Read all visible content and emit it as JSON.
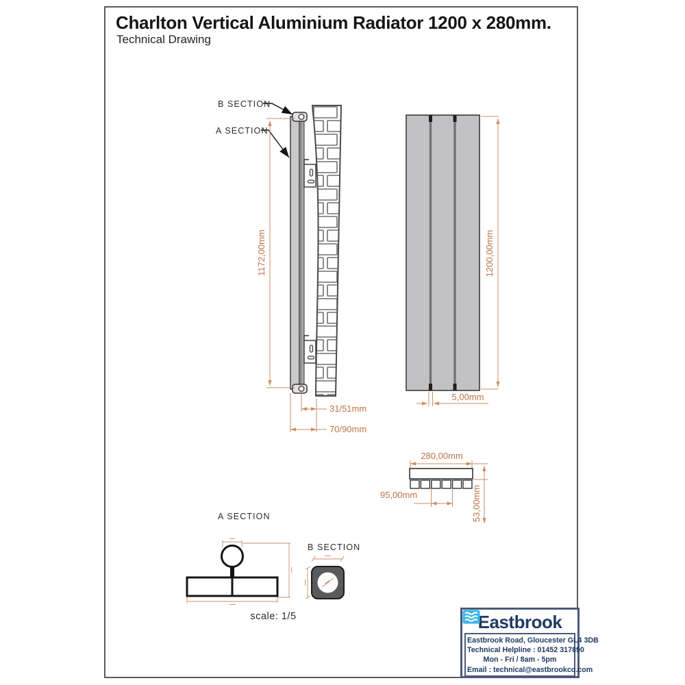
{
  "title": "Charlton Vertical Aluminium Radiator 1200 x 280mm.",
  "subtitle": "Technical Drawing",
  "side_view": {
    "label_b_section": "B SECTION",
    "label_a_section": "A SECTION",
    "dim_height": "1172,00mm",
    "dim_pipe_to_wall": "31/51mm",
    "dim_face_to_wall": "70/90mm"
  },
  "front_view": {
    "dim_height": "1200,00mm",
    "dim_panel_gap": "5,00mm"
  },
  "top_view": {
    "dim_width": "280,00mm",
    "dim_connection_centres": "95,00mm",
    "dim_depth": "53,00mm"
  },
  "section_a": {
    "label": "A SECTION",
    "scale_note": "scale: 1/5"
  },
  "section_b": {
    "label": "B SECTION"
  },
  "footer": {
    "brand": "Eastbrook",
    "address": "Eastbrook Road, Gloucester GL4 3DB",
    "helpline": "Technical Helpline : 01452 317890",
    "hours": "Mon - Fri / 8am - 5pm",
    "email": "Email : technical@eastbrookco.com"
  },
  "colors": {
    "dimension_text": "#bd7348",
    "dimension_line": "#c98e66",
    "panel_grey": "#c2c2c4",
    "section_dark_fill": "#595a5c",
    "brand_navy": "#203a60",
    "brand_blue": "#3ab5e9"
  }
}
